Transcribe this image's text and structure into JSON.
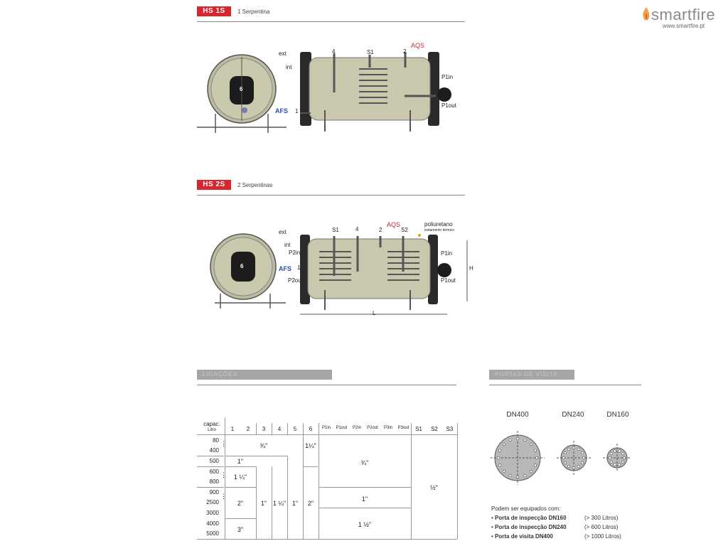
{
  "brand": {
    "name": "smartfire",
    "url": "www.smartfire.pt"
  },
  "section1": {
    "tag": "HS 1S",
    "subtitle": "1 Serpentina"
  },
  "section2": {
    "tag": "HS 2S",
    "subtitle": "2 Serpentinas"
  },
  "diagram1": {
    "ext": "ext",
    "int": "int",
    "num6": "6",
    "afs": "AFS",
    "n1": "1",
    "n4": "4",
    "s1": "S1",
    "aqs": "AQS",
    "n2": "2",
    "p1in": "P1in",
    "p1out": "P1out"
  },
  "diagram2": {
    "ext": "ext",
    "int": "int",
    "num6": "6",
    "afs": "AFS",
    "n1": "1",
    "p2in": "P2in",
    "p2out": "P2out",
    "s1": "S1",
    "n4": "4",
    "aqs": "AQS",
    "n2": "2",
    "s2": "S2",
    "poliuretano": "poliuretano",
    "isolamento": "isolamento térmico",
    "p1in": "P1in",
    "p1out": "P1out",
    "H": "H",
    "L": "L"
  },
  "headers": {
    "left": "LIGAÇÕES",
    "right": "PORTAS DE VISITA"
  },
  "table": {
    "capac_label": "capac.",
    "litro_label": "Litro",
    "cols": [
      "1",
      "2",
      "3",
      "4",
      "5",
      "6",
      "P1in",
      "P1out",
      "P2in",
      "P2out",
      "P3in",
      "P3out",
      "S1",
      "S2",
      "S3"
    ],
    "caps": [
      "80",
      "400",
      "500",
      "600",
      "800",
      "900",
      "2500",
      "3000",
      "4000",
      "5000"
    ],
    "v_34a": "¾\"",
    "v_114a": "1¼\"",
    "v_1a": "1\"",
    "v_114b": "1 ¼\"",
    "v_2a": "2\"",
    "v_1b": "1\"",
    "v_114c": "1 ¼\"",
    "v_1c": "1\"",
    "v_2b": "2\"",
    "v_3": "3\"",
    "v_34b": "¾\"",
    "v_1d": "1\"",
    "v_112": "1 ½\"",
    "v_12": "½\""
  },
  "ports": {
    "labels": [
      "DN400",
      "DN240",
      "DN160"
    ],
    "intro": "Podem ser equipados com:",
    "items": [
      {
        "name": "Porta de inspecção DN160",
        "cond": "(> 300 Litros)"
      },
      {
        "name": "Porta de inspecção DN240",
        "cond": "(> 600 Litros)"
      },
      {
        "name": "Porta de visita DN400",
        "cond": "(> 1000 Litros)"
      }
    ]
  },
  "colors": {
    "accent": "#d7262d",
    "tank": "#c9c7ad",
    "blue": "#2a4ea6"
  }
}
